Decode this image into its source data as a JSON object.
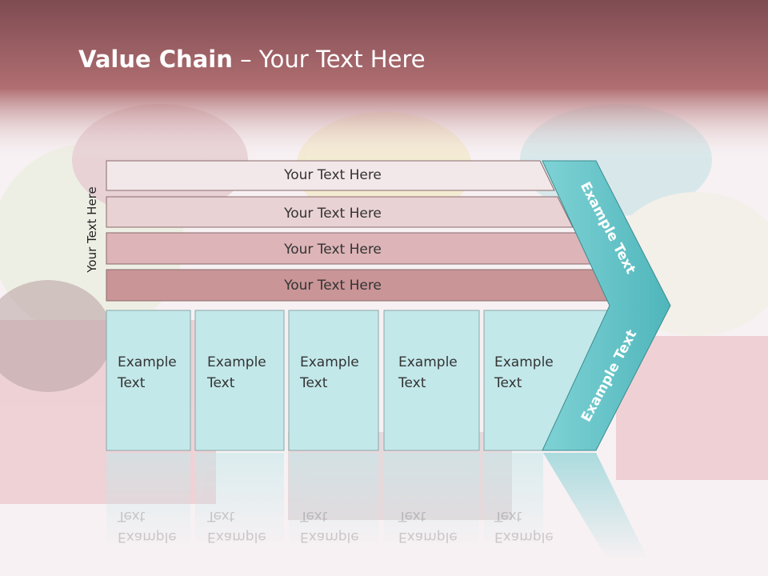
{
  "slide": {
    "title_bold": "Value Chain",
    "title_rest": " – Your Text Here",
    "side_label": "Your Text Here"
  },
  "bars": [
    {
      "label": "Your Text Here"
    },
    {
      "label": "Your Text Here"
    },
    {
      "label": "Your Text Here"
    },
    {
      "label": "Your Text Here"
    }
  ],
  "boxes": [
    {
      "line1": "Example",
      "line2": "Text"
    },
    {
      "line1": "Example",
      "line2": "Text"
    },
    {
      "line1": "Example",
      "line2": "Text"
    },
    {
      "line1": "Example",
      "line2": "Text"
    },
    {
      "line1": "Example",
      "line2": "Text"
    }
  ],
  "chevron": {
    "upper_label": "Example Text",
    "lower_label": "Example Text"
  },
  "colors": {
    "header_band": "#a96466",
    "bar_1": "#f3e8e9",
    "bar_2": "#e9d2d4",
    "bar_3": "#ddb4b7",
    "bar_4": "#c99597",
    "box_fill": "#c3e8ea",
    "chevron": "#5fc5c9"
  }
}
